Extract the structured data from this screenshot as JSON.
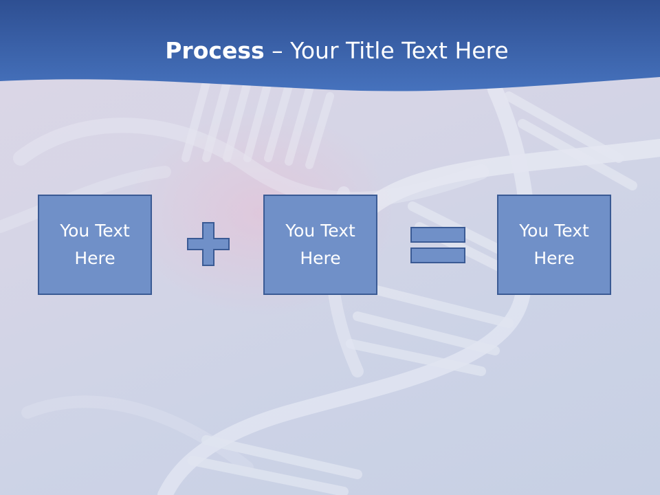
{
  "title": {
    "bold": "Process",
    "rest": " – Your Title Text Here"
  },
  "process": {
    "boxes": [
      {
        "text": "You Text Here"
      },
      {
        "text": "You Text Here"
      },
      {
        "text": "You Text Here"
      }
    ],
    "operators": [
      "plus-icon",
      "equals-icon"
    ]
  },
  "colors": {
    "header": "#3f68b0",
    "box_fill": "#7090c8",
    "box_border": "#3a5a94",
    "text": "#ffffff"
  }
}
